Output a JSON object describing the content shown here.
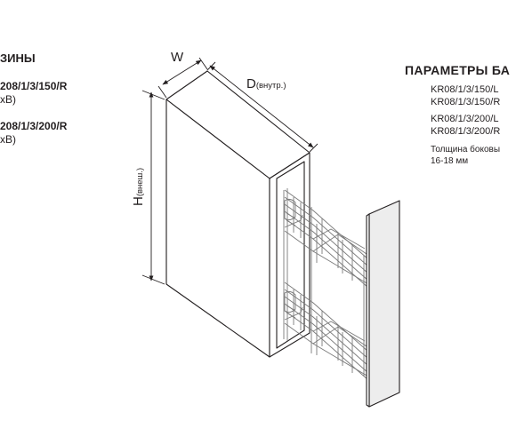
{
  "left_panel": {
    "title": "ЗИНЫ",
    "items": [
      {
        "model": "208/1/3/150/R",
        "dims": "хВ)"
      },
      {
        "model": "208/1/3/200/R",
        "dims": "хВ)"
      }
    ]
  },
  "right_panel": {
    "title": "ПАРАМЕТРЫ БА",
    "models": [
      "KR08/1/3/150/L",
      "KR08/1/3/150/R",
      "KR08/1/3/200/L",
      "KR08/1/3/200/R"
    ],
    "side_thickness_label": "Толщина боковы",
    "side_thickness_value": "16-18 мм"
  },
  "dimensions": {
    "width_label": "W",
    "depth_label": "D",
    "depth_sub": "(внутр.)",
    "height_label": "H",
    "height_sub": "(внеш.)"
  },
  "colors": {
    "line": "#231f20",
    "basket_wire": "#7a7a7a",
    "panel_shade": "#ededed"
  }
}
